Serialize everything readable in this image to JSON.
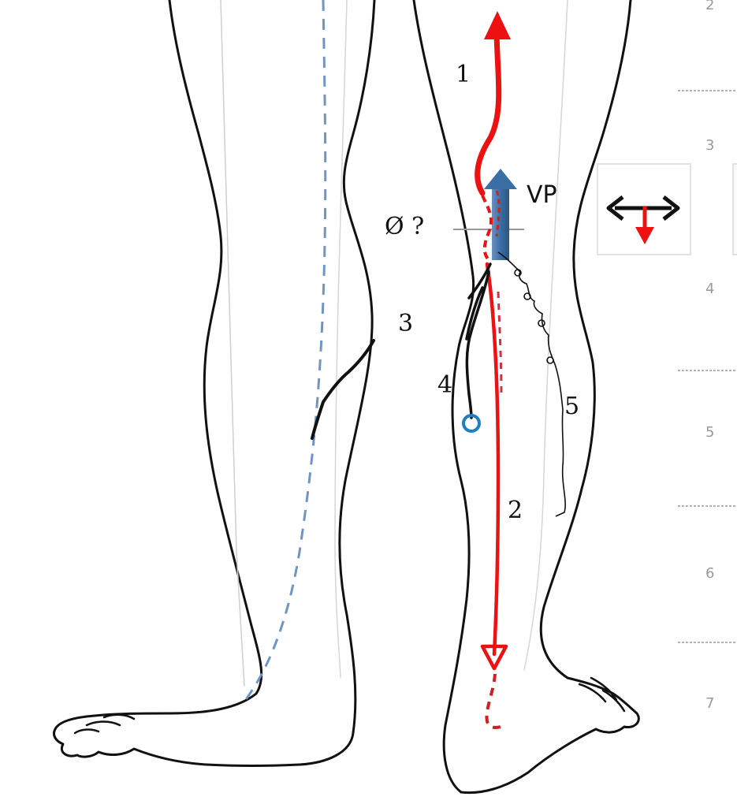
{
  "labels": {
    "l1": "1",
    "l2": "2",
    "l3": "3",
    "l4": "4",
    "l5": "5",
    "vp": "VP",
    "occlusion": "Ø ?"
  },
  "scale": {
    "n2": "2",
    "n3": "3",
    "n4": "4",
    "n5": "5",
    "n6": "6",
    "n7": "7"
  },
  "colors": {
    "outline": "#111111",
    "reflux": "#ee1111",
    "saphenous": "#6f95c8",
    "perforator": "#3a6ea5",
    "ring": "#1e7fc4",
    "divider": "#999999"
  },
  "icons": {
    "legend_arrows": "bidirectional-horizontal-arrow-with-downward-red-arrow-icon",
    "perforator_arrow": "upward-blue-arrow-icon"
  }
}
